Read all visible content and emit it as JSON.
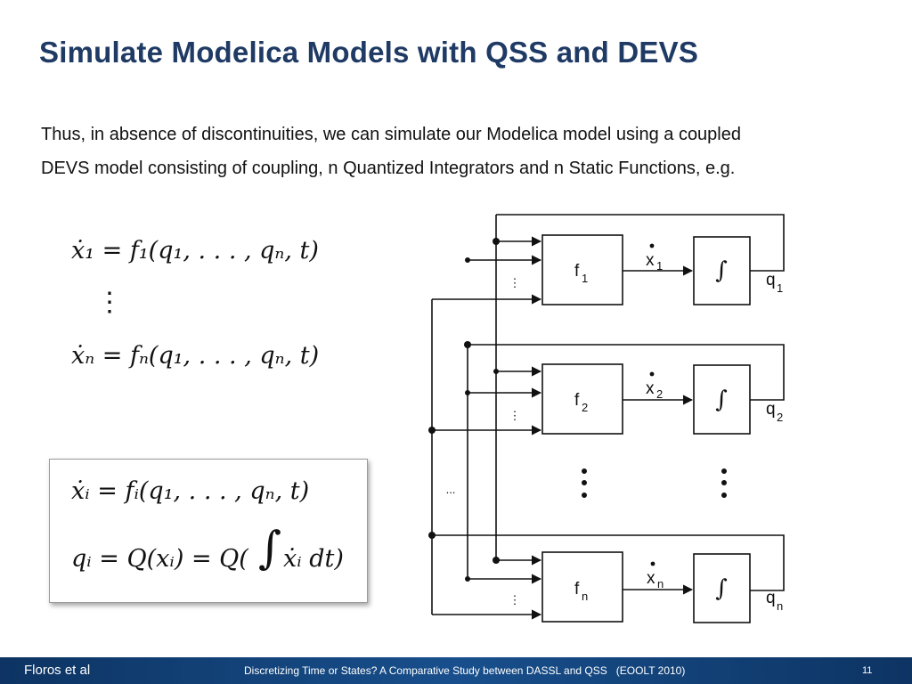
{
  "slide": {
    "title": "Simulate Modelica Models with QSS and DEVS",
    "body_lines": [
      "Thus, in absence of discontinuities, we can simulate our Modelica model using a coupled",
      "DEVS model consisting of coupling, n Quantized Integrators and n Static Functions, e.g."
    ]
  },
  "equations": {
    "eq1_lhs": "ẋ₁",
    "eq1_rhs": "= f₁(q₁, . . . , qₙ, t)",
    "vdots": "⋮",
    "eqn_lhs": "ẋₙ",
    "eqn_rhs": "= fₙ(q₁, . . . , qₙ, t)"
  },
  "boxed_equations": {
    "eq_i": "ẋᵢ = fᵢ(q₁, . . . , qₙ, t)",
    "q_i_left": "qᵢ = Q(xᵢ) = Q(",
    "integral": "∫",
    "q_i_right": "ẋᵢ dt)"
  },
  "diagram": {
    "rows": [
      {
        "f_label": "f",
        "f_sub": "1",
        "x_label": "x",
        "x_sub": "1",
        "q_label": "q",
        "q_sub": "1"
      },
      {
        "f_label": "f",
        "f_sub": "2",
        "x_label": "x",
        "x_sub": "2",
        "q_label": "q",
        "q_sub": "2"
      },
      {
        "f_label": "f",
        "f_sub": "n",
        "x_label": "x",
        "x_sub": "n",
        "q_label": "q",
        "q_sub": "n"
      }
    ],
    "integrator_symbol": "∫",
    "dots_vertical": "⋮",
    "dots_horizontal": "..."
  },
  "footer": {
    "author": "Floros et al",
    "citation": "Discretizing Time or States? A Comparative Study between DASSL and QSS   (EOOLT 2010)",
    "page_number": "11"
  },
  "colors": {
    "title": "#1f3a64",
    "footer_bg": "#0e3b6e"
  }
}
